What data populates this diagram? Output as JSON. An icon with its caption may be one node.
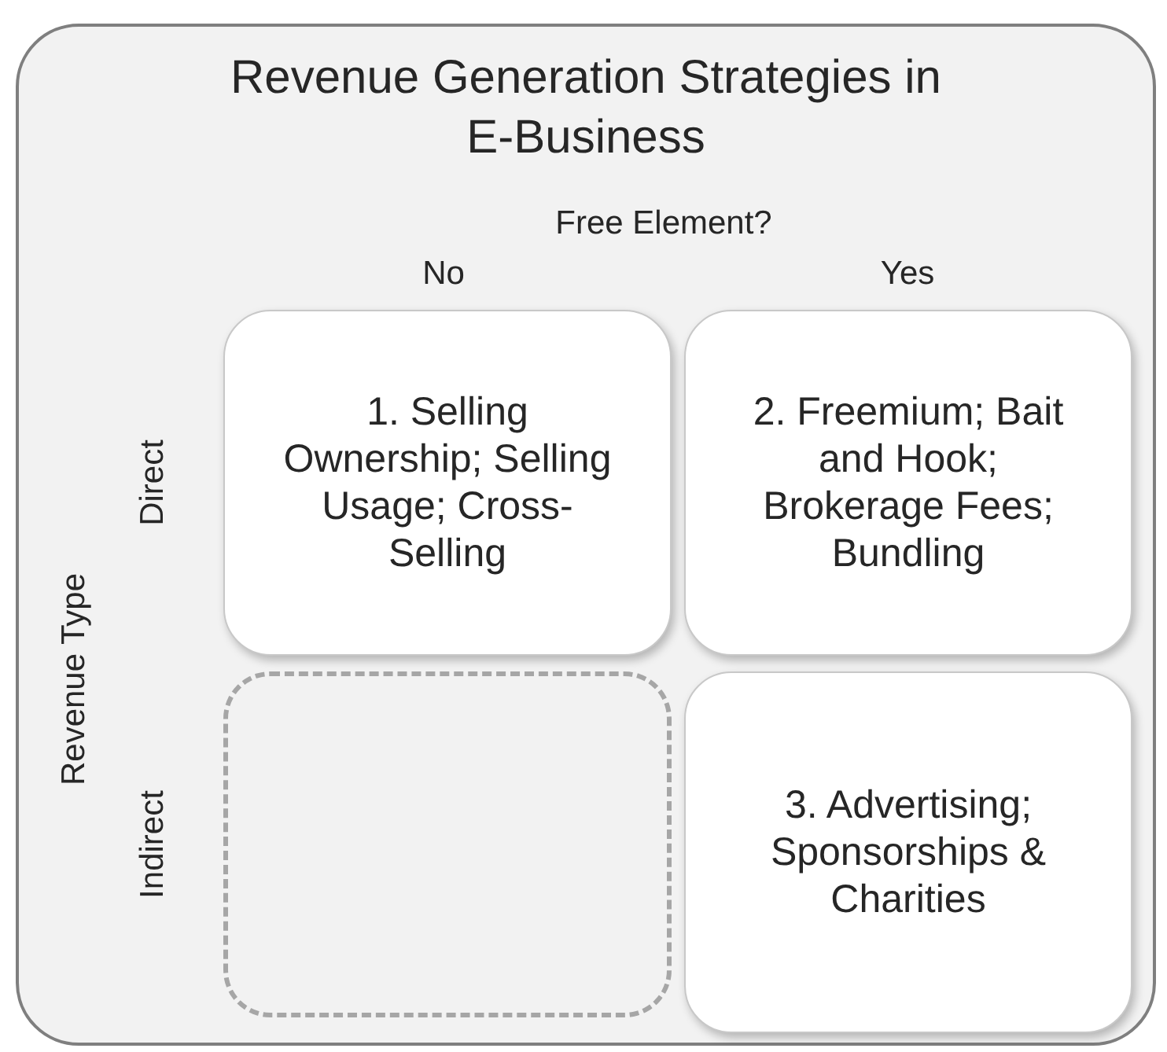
{
  "diagram": {
    "nodes": [
      {
        "text": [
          "Revenue Generation Strategies in E-Business"
        ]
      },
      {
        "text": [
          "1. Selling Ownership; Selling Usage; Cross-Selling"
        ],
        "in": 0
      },
      {
        "text": [
          "2. Freemium; Bait and Hook; Brokerage Fees; Bundling"
        ],
        "in": 0
      },
      {
        "text": [],
        "shape": "box",
        "in": 0
      },
      {
        "text": [
          "3. Advertising; Sponsorships & Charities"
        ],
        "in": 0
      }
    ],
    "labels": [
      "Free Element?",
      "No",
      "Yes",
      "Revenue Type",
      "Direct",
      "Indirect"
    ]
  }
}
